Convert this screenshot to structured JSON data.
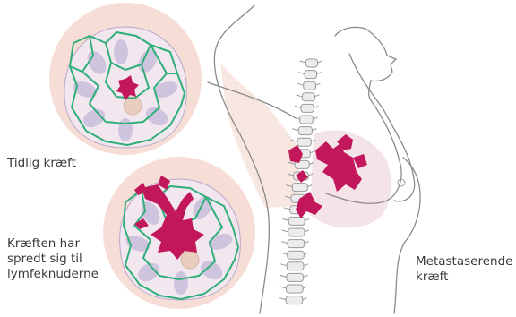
{
  "labels": {
    "early": "Tidlig kræft",
    "spread": [
      "Kræften har",
      "spredt sig til",
      "lymfeknuderne"
    ],
    "metastatic": [
      "Metastaserende",
      "kræft"
    ]
  },
  "colors": {
    "skin": "#f6ddd6",
    "skin_shadow": "#efc7bf",
    "lobule": "#c9bfdc",
    "lymph_vessel": "#2fae7a",
    "tumor": "#c2185b",
    "outline": "#8a8a8a",
    "spine": "#e6e6e6"
  }
}
